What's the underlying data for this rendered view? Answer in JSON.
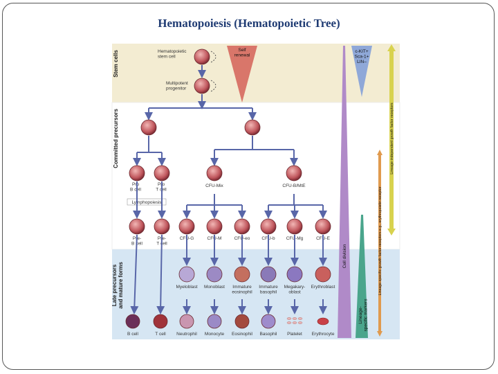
{
  "title": "Hematopoiesis (Hematopoietic Tree)",
  "bands": {
    "stem": "Stem cells",
    "committed": "Committed precursors",
    "late": "Late precursors and mature forms"
  },
  "stem_labels": {
    "hsc": [
      "Hematopoietic",
      "stem cell"
    ],
    "mpp": [
      "Multipotent",
      "progenitor"
    ],
    "self_renewal": [
      "Self",
      "renewal"
    ]
  },
  "committed_labels": {
    "pro_b": [
      "Pro",
      "B cell"
    ],
    "pro_t": [
      "Pro",
      "T cell"
    ],
    "cfu_mix": "CFU-Mix",
    "cfu_bme": "CFU-B/MtE",
    "lymphopoiesis": "Lymphopoiesis"
  },
  "precursor_labels": [
    [
      "Pre-",
      "B cell"
    ],
    [
      "Pre-",
      "T cell"
    ],
    [
      "CFU-G"
    ],
    [
      "CFU-M"
    ],
    [
      "CFU-eo"
    ],
    [
      "CFU-b"
    ],
    [
      "CFU-Mg"
    ],
    [
      "CFU-E"
    ]
  ],
  "late_labels": [
    [
      "Myeloblast"
    ],
    [
      "Monoblast"
    ],
    [
      "Immature",
      "eosinophil"
    ],
    [
      "Immature",
      "basophil"
    ],
    [
      "Megakary-",
      "oblast"
    ],
    [
      "Erythroblast"
    ]
  ],
  "mature_labels": [
    "B cell",
    "T cell",
    "Neutrophil",
    "Monocyte",
    "Eosinophil",
    "Basophil",
    "Platelet",
    "Erythrocyte"
  ],
  "side_labels": {
    "markers": [
      "c-KIT+",
      "Sca-1+",
      "LIN–"
    ],
    "cell_division": "Cell division",
    "lineage_markers": [
      "Lineage-",
      "specific markers"
    ],
    "growth_receptors": "Lineage-specific growth factor receptors e.g., erythropoietin receptor",
    "independent_growth": "Lineage-independent growth factor receptors"
  },
  "colors": {
    "stem_band": "#f3ecd2",
    "committed_band": "#ffffff",
    "late_band": "#d6e6f3",
    "cell": "#c0575d",
    "arrow": "#5866a8",
    "self_renewal": "#d9766a",
    "markers_tri": "#8fa8d8",
    "cell_division": "#b08ac8",
    "lineage_markers": "#4aa58c",
    "growth_receptors": "#e09a4e",
    "independent_growth": "#d8d24e",
    "title": "#1f3b73"
  }
}
